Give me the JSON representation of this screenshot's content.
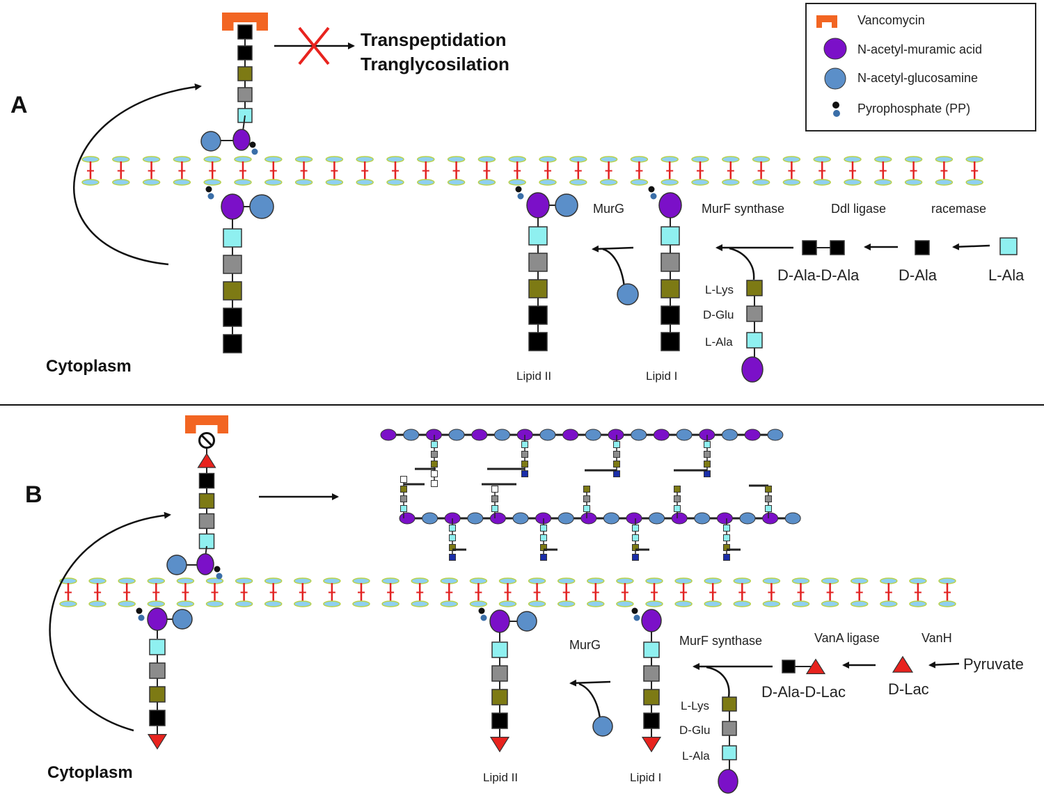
{
  "legend": {
    "vancomycin": "Vancomycin",
    "murnac": "N-acetyl-muramic acid",
    "glcnac": "N-acetyl-glucosamine",
    "pp": "Pyrophosphate (PP)"
  },
  "panel_a": {
    "letter": "A",
    "blocked_line1": "Transpeptidation",
    "blocked_line2": "Tranglycosilation",
    "cytoplasm": "Cytoplasm",
    "murg": "MurG",
    "murf": "MurF synthase",
    "ligase": "Ddl ligase",
    "racemase": "racemase",
    "dipeptide": "D-Ala-D-Ala",
    "d_ala": "D-Ala",
    "l_ala_top": "L-Ala",
    "l_lys": "L-Lys",
    "d_glu": "D-Glu",
    "l_ala": "L-Ala",
    "lipid2": "Lipid II",
    "lipid1": "Lipid I"
  },
  "panel_b": {
    "letter": "B",
    "cytoplasm": "Cytoplasm",
    "murg": "MurG",
    "murf": "MurF synthase",
    "ligase": "VanA ligase",
    "vanh": "VanH",
    "pyruvate": "Pyruvate",
    "depsipeptide": "D-Ala-D-Lac",
    "d_lac": "D-Lac",
    "l_lys": "L-Lys",
    "d_glu": "D-Glu",
    "l_ala": "L-Ala",
    "lipid2": "Lipid II",
    "lipid1": "Lipid I"
  },
  "colors": {
    "vancomycin": "#f26522",
    "murnac": "#7b10c8",
    "glcnac": "#5b8fc9",
    "l_ala": "#8ff0f0",
    "d_glu": "#8c8c8c",
    "l_lys": "#7d7a14",
    "d_ala": "#000000",
    "d_lac": "#e8231e",
    "membrane_head": "#8fd0f0",
    "membrane_tail": "#e22222"
  }
}
